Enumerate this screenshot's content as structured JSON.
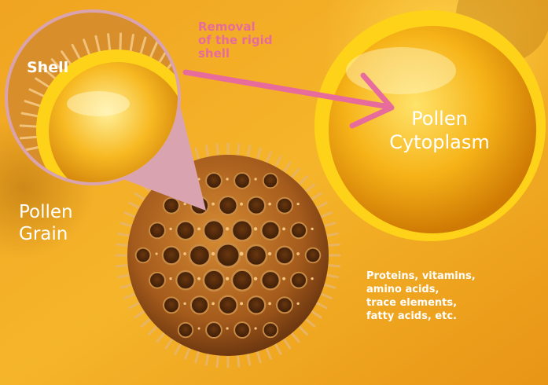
{
  "labels": {
    "shell": "Shell",
    "removal": [
      "Removal",
      "of the rigid",
      "shell"
    ],
    "cytoplasm": [
      "Pollen",
      "Cytoplasm"
    ],
    "grain": [
      "Pollen",
      "Grain"
    ],
    "nutrients": [
      "Proteins, vitamins,",
      "amino acids,",
      "trace elements,",
      "fatty acids, etc."
    ]
  },
  "colors": {
    "background": "#f2a81e",
    "accent_pink": "#e86c9b",
    "zoom_bubble": "#d9a3b0",
    "sphere_rim": "#ffd21a",
    "text": "#ffffff"
  }
}
